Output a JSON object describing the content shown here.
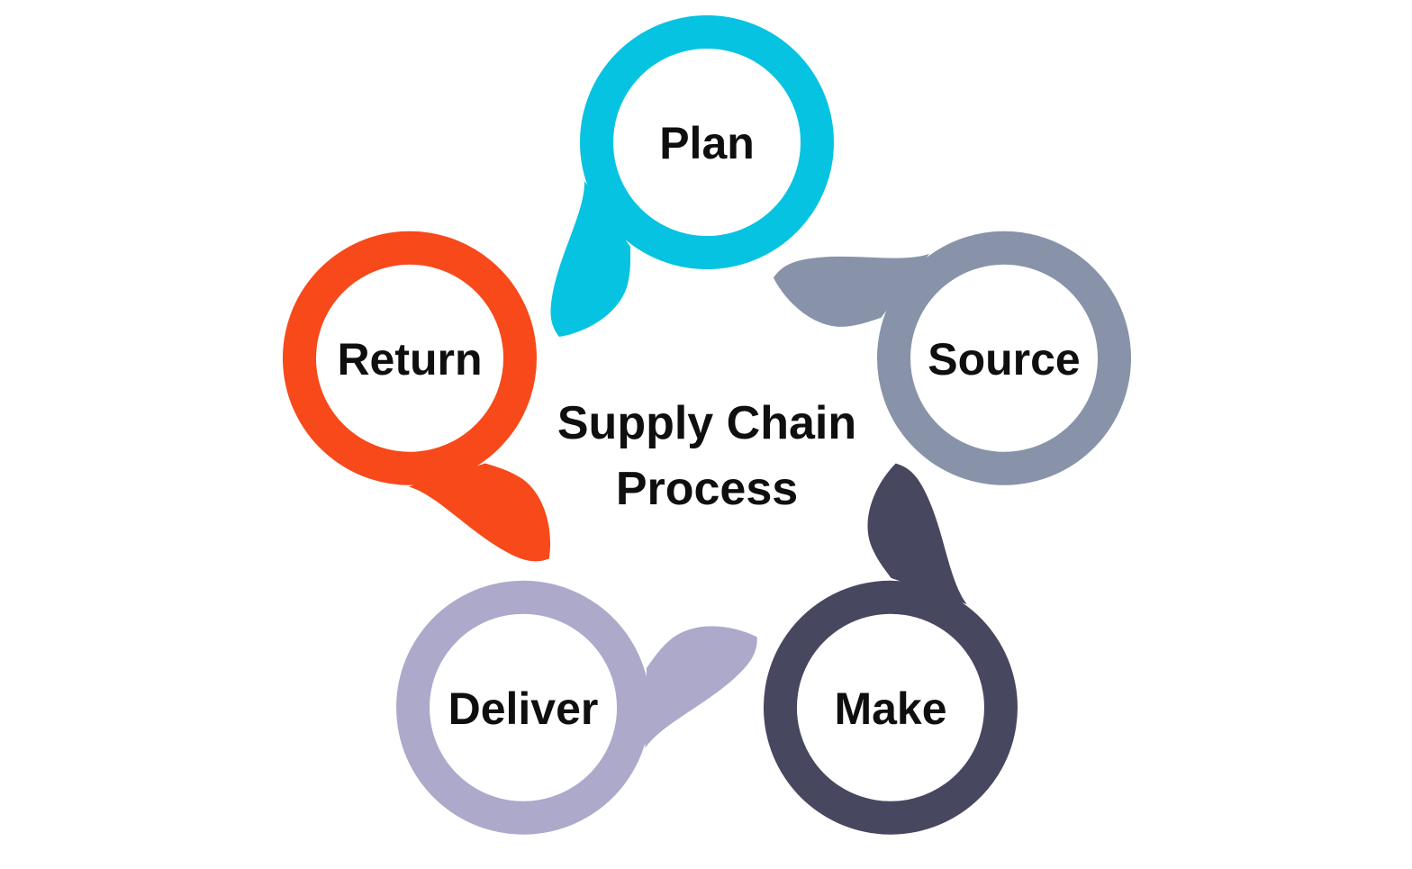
{
  "diagram": {
    "background_color": "#FFFFFF",
    "text_color": "#0F0F0F",
    "title": {
      "line1": "Supply Chain",
      "line2": "Process"
    },
    "nodes": [
      {
        "label": "Plan",
        "color": "#06C3E1"
      },
      {
        "label": "Source",
        "color": "#8893A9"
      },
      {
        "label": "Make",
        "color": "#474760"
      },
      {
        "label": "Deliver",
        "color": "#ACA9CB"
      },
      {
        "label": "Return",
        "color": "#F7491A"
      }
    ]
  }
}
